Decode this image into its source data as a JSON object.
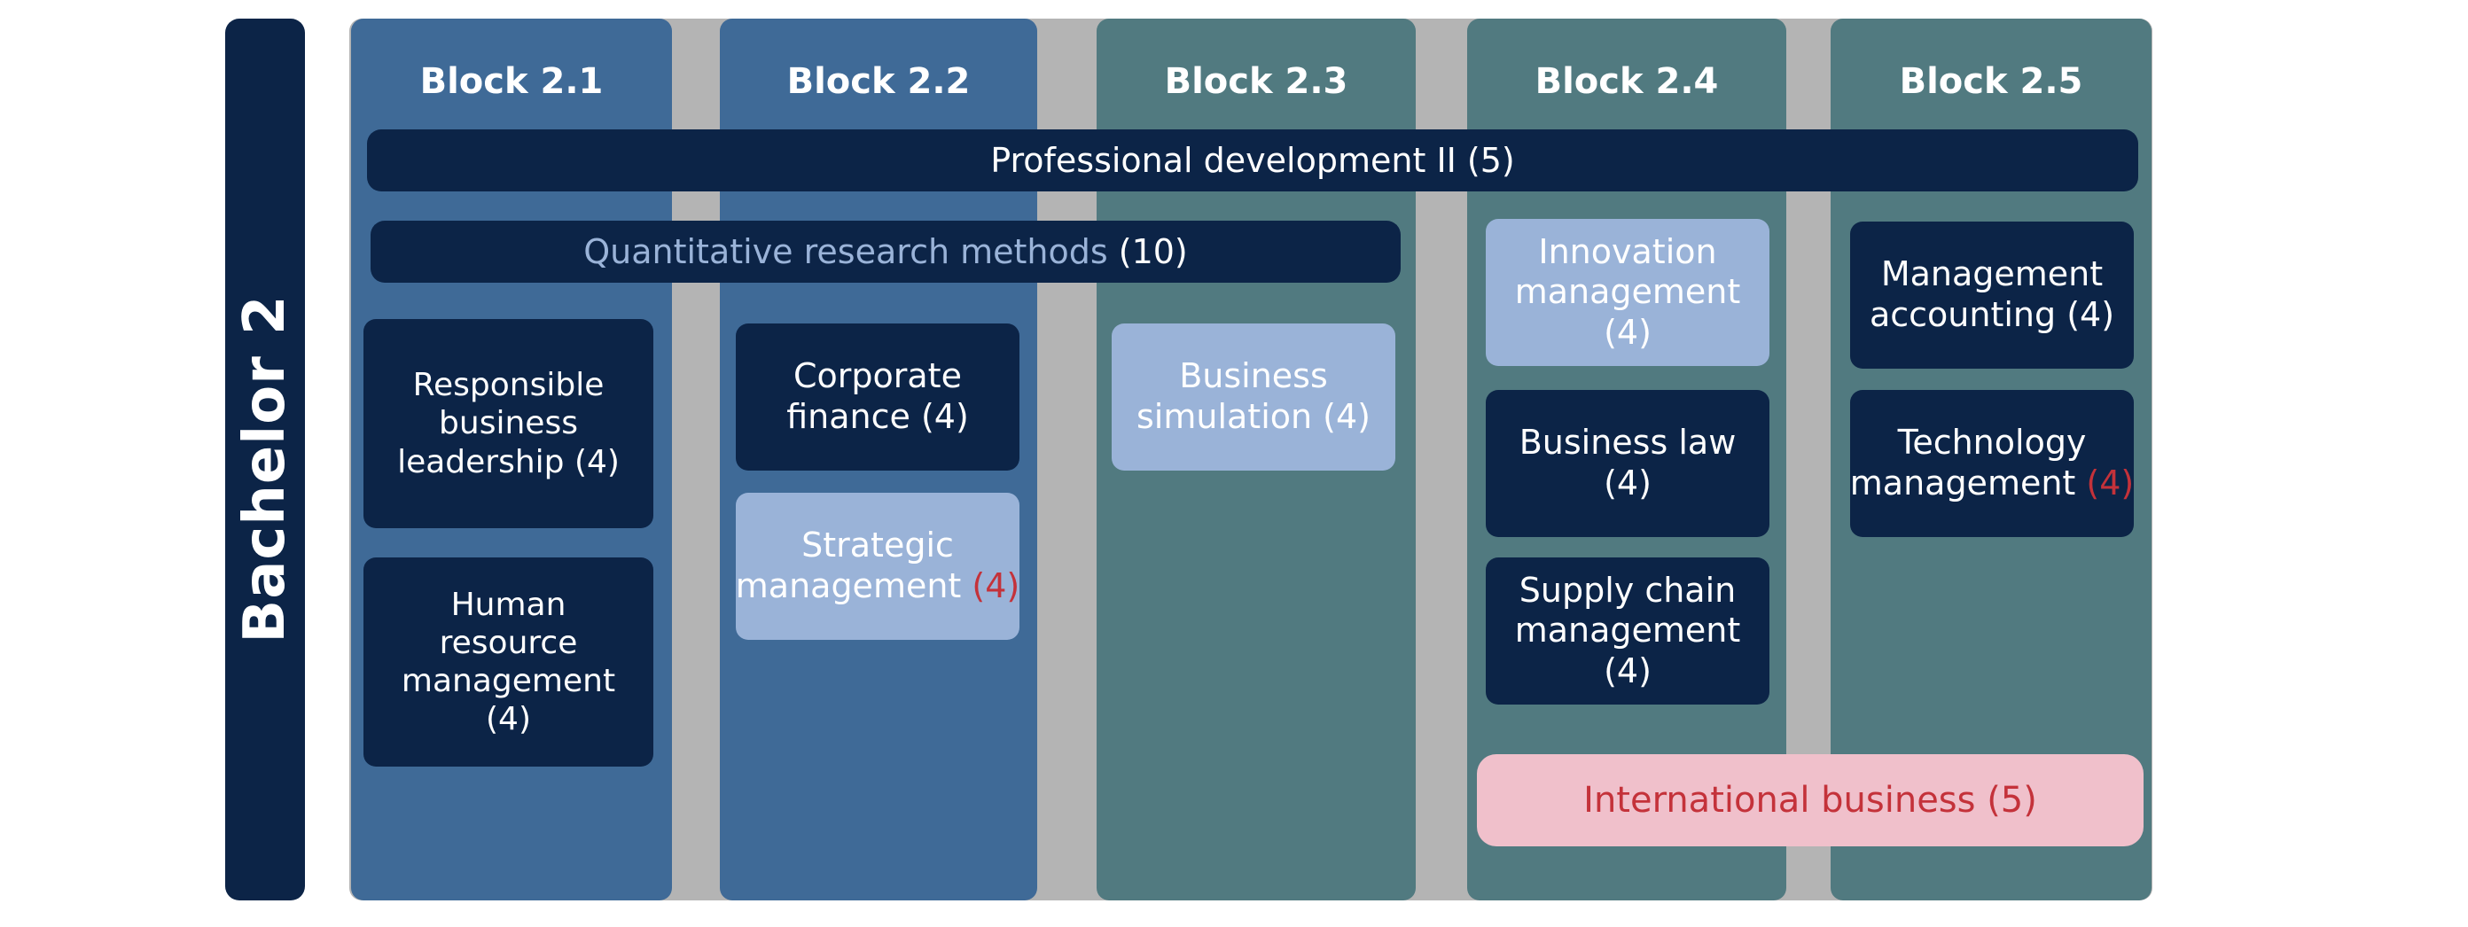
{
  "sidebar": {
    "label": "Bachelor 2"
  },
  "blocks": [
    "Block 2.1",
    "Block 2.2",
    "Block 2.3",
    "Block 2.4",
    "Block 2.5"
  ],
  "bars": {
    "professional_development": "Professional development II (5)",
    "qrm_name": "Quantitative research methods",
    "qrm_credits": " (10)"
  },
  "courses": {
    "responsible_business_leadership": {
      "line1": "Responsible",
      "line2": "business",
      "line3": "leadership (4)"
    },
    "human_resource_management": {
      "line1": "Human",
      "line2": "resource",
      "line3": "management (4)"
    },
    "corporate_finance": {
      "line1": "Corporate",
      "line2": "finance (4)"
    },
    "strategic_management": {
      "line1": "Strategic",
      "line2": "management ",
      "credits": "(4)"
    },
    "business_simulation": {
      "line1": "Business",
      "line2": "simulation (4)"
    },
    "innovation_management": {
      "line1": "Innovation",
      "line2": "management (4)"
    },
    "business_law": {
      "line1": "Business law (4)"
    },
    "supply_chain_management": {
      "line1": "Supply chain",
      "line2": "management (4)"
    },
    "management_accounting": {
      "line1": "Management",
      "line2": "accounting (4)"
    },
    "technology_management": {
      "line1": "Technology",
      "line2": "management ",
      "credits": "(4)"
    },
    "international_business": {
      "line1": "International business (5)"
    }
  },
  "colors": {
    "navy": "#0c2447",
    "block_blue": "#3f6a97",
    "block_teal": "#517a80",
    "light_blue": "#9ab3d8",
    "pink": "#f0c0cb",
    "red_text": "#c4323a",
    "grey_background": "#b4b4b4"
  }
}
